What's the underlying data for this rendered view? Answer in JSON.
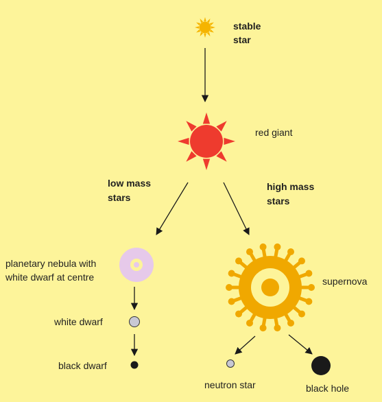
{
  "stages": {
    "stable_star": {
      "line1": "stable",
      "line2": "star"
    },
    "red_giant": "red giant",
    "planetary_nebula": {
      "line1": "planetary nebula with",
      "line2": "white dwarf at centre"
    },
    "white_dwarf": "white dwarf",
    "black_dwarf": "black dwarf",
    "supernova": "supernova",
    "neutron_star": "neutron star",
    "black_hole": "black hole"
  },
  "branches": {
    "low_mass": {
      "line1": "low mass",
      "line2": "stars"
    },
    "high_mass": {
      "line1": "high mass",
      "line2": "stars"
    }
  },
  "colors": {
    "background": "#fdf49a",
    "stable_star": "#f5b400",
    "red_giant": "#ee3b2e",
    "supernova": "#f0a800",
    "nebula": "#e6c9ea",
    "white_dwarf": "#c8c8d4",
    "black": "#1a1a1a",
    "arrow": "#1a1a1a"
  }
}
